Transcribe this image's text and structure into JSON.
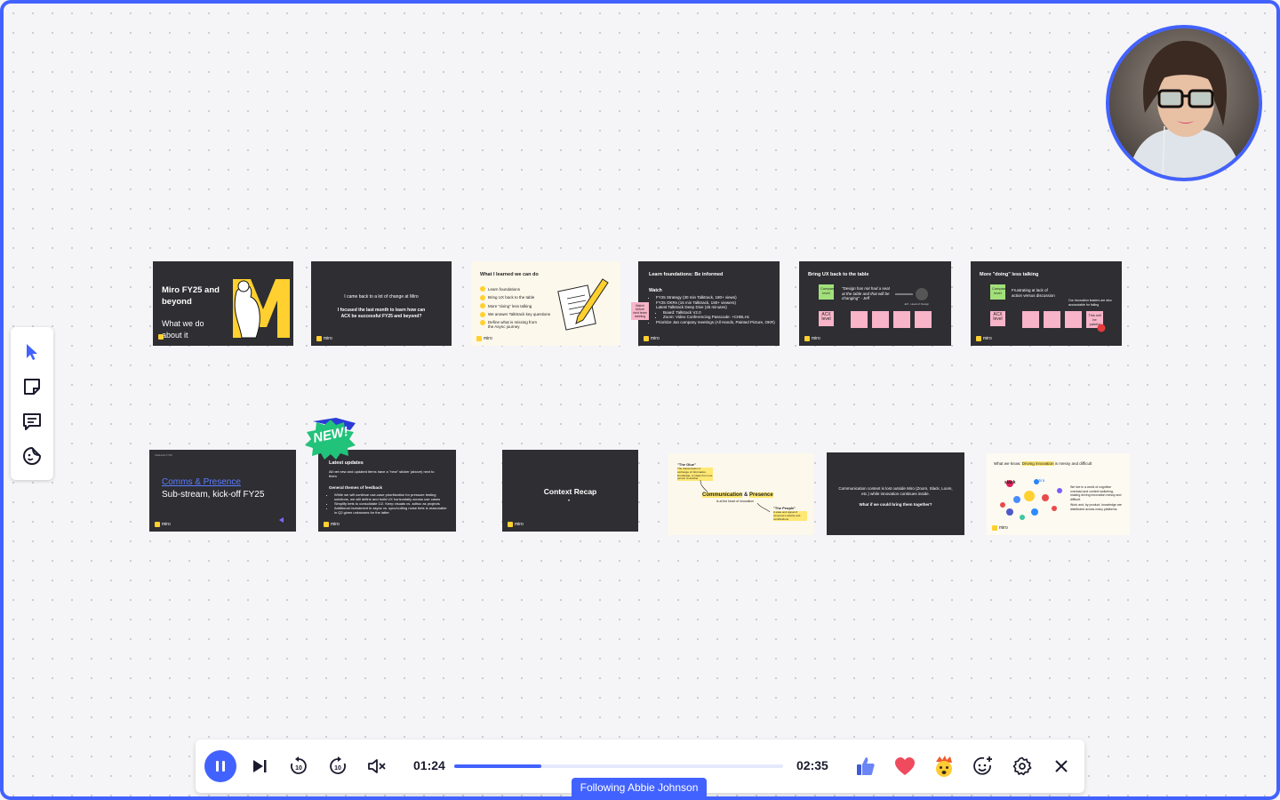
{
  "avatar": {
    "name": "avatar-webcam"
  },
  "left_toolbar": {
    "tools": [
      "select-tool",
      "sticky-note-tool",
      "comment-tool",
      "reaction-tool"
    ]
  },
  "slides": {
    "s1": {
      "title": "Miro FY25 and beyond",
      "subtitle": "What we do about it"
    },
    "s2": {
      "line1": "I came back to a lot of change at Miro",
      "line2": "I focused the last month to learn how can ACX be successful FY25 and beyond?"
    },
    "s3": {
      "title": "What I learned we can do",
      "items": [
        "Learn foundations",
        "Bring UX back to the table",
        "More \"doing\" less talking",
        "We answer Talktrack key questions",
        "Define what is missing from the Async journey"
      ]
    },
    "s4": {
      "title": "Learn foundations: Be informed",
      "heading": "Watch",
      "items": [
        "FY25 Strategy (30 min Talktrack, 180+ views)",
        "FY25 OKRs (15 min Talktrack, 180+ viewers)",
        "Latest Talktrack Deep Dive (45 minutes)",
        "Board: Talktrack V2.0",
        "Zoom: Video Conferencing Passcode: +CHBLHc",
        "Prioritize Jan company meetings (All Hands, Painted Picture, OKR)"
      ],
      "sticky": "Watch before next team meeting"
    },
    "s5": {
      "title": "Bring UX back to the table",
      "green": "Company level",
      "quote": "\"Design has not had a seat at the table and that will be changing\" - Jeff",
      "pink": "ACX level",
      "person": "Jeff - Head of Design"
    },
    "s6": {
      "title": "More \"doing\" less talking",
      "green": "Company level",
      "text1": "Frustrating at lack of action versus discussion",
      "text2": "Our innovation leaders are also accountable for failing",
      "pink": "ACX level",
      "sticky": "This will be painful"
    },
    "s7": {
      "tag": "Talktrack FY25",
      "link": "Comms & Presence",
      "sub": "Sub-stream, kick-off FY25"
    },
    "s8": {
      "badge": "NEW!",
      "title": "Latest updates",
      "desc": "All net new and updated items have a \"new\" sticker (above) next to them",
      "heading": "General themes of feedback",
      "items": [
        "While we will continue use-case prioritization for pressure testing solutions, we will define and build UX horizontally across use cases",
        "Simplify bets to consolidate 1/2. Keep visuals vs. adhoc as projects",
        "Additional investment in async vs. sync/cutting noise bets is reasonable in Q2 given unknowns for the latter"
      ]
    },
    "s9": {
      "title": "Context Recap"
    },
    "s10": {
      "glue": "\"The Glue\"",
      "glue_desc": "The transmission or exchange of information, knowledge, or ideas from one person to another",
      "heading_a": "Communication",
      "heading_amp": " & ",
      "heading_b": "Presence",
      "heart": "is at the heart of innovation",
      "people": "\"The People\"",
      "people_desc": "A state and signal of someone's activity and contributions"
    },
    "s11": {
      "line1": "Communication context is lost outside Miro (Zoom, Slack, Loom, etc.) while innovation continues inside.",
      "line2": "What if we could bring them together?"
    },
    "s12": {
      "title_a": "What we know: ",
      "title_b": "Driving innovation",
      "title_c": " is messy and difficult",
      "slack": "slack",
      "jira": "Jira",
      "p1": "We live in a world of cognitive overload and context switching, making driving innovation messy and difficult.",
      "p2": "Work and, by product, knowledge are distributed across many platforms."
    }
  },
  "playback": {
    "current_time": "01:24",
    "total_time": "02:35",
    "progress": 0.265,
    "following": "Following Abbie Johnson"
  },
  "colors": {
    "accent": "#4262ff",
    "slide_dark": "#2e2e33",
    "miro_yellow": "#ffd02f"
  }
}
